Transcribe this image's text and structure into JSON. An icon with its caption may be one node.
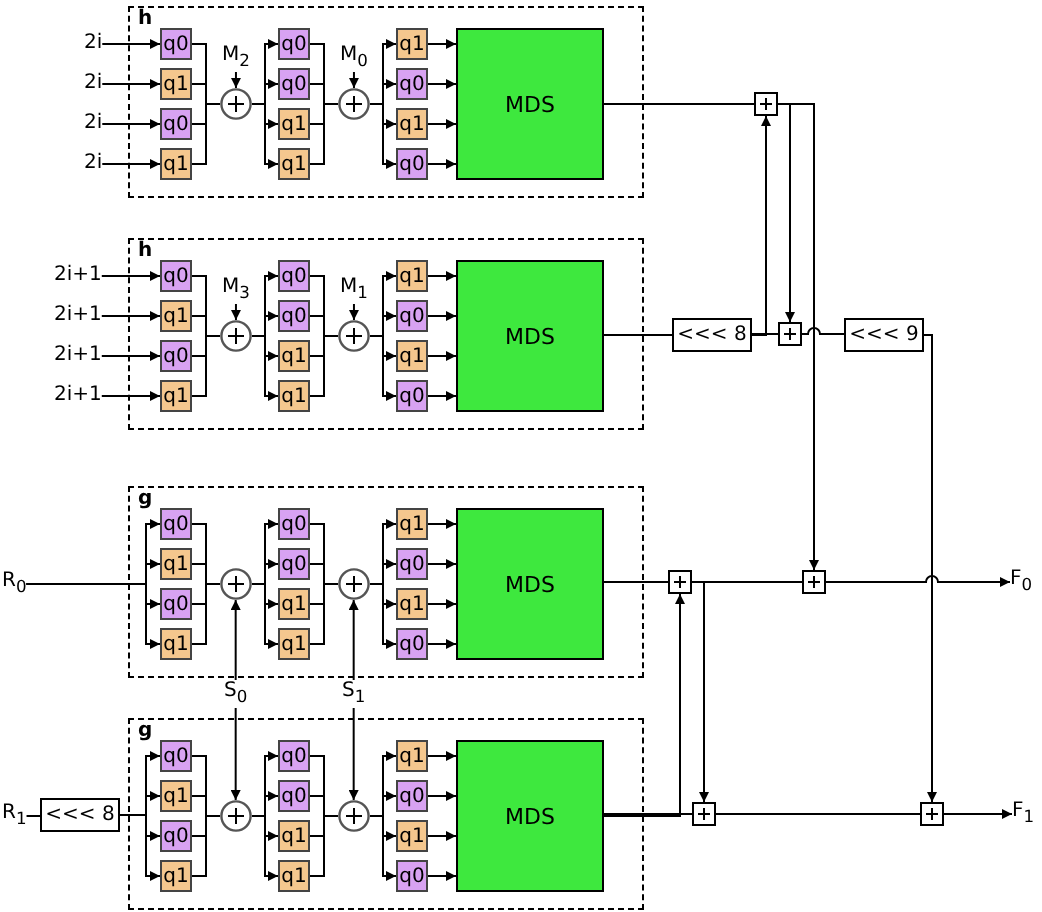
{
  "diagram": {
    "nodes": [
      {
        "text": [
          "h"
        ]
      },
      {
        "text": [
          "q0"
        ],
        "in": 0
      },
      {
        "text": [
          "q1"
        ],
        "in": 0
      },
      {
        "text": [
          "q0"
        ],
        "in": 0
      },
      {
        "text": [
          "q1"
        ],
        "in": 0
      },
      {
        "text": [],
        "shape": "circle",
        "in": 0
      },
      {
        "text": [
          "q0"
        ],
        "in": 0
      },
      {
        "text": [
          "q0"
        ],
        "in": 0
      },
      {
        "text": [
          "q1"
        ],
        "in": 0
      },
      {
        "text": [
          "q1"
        ],
        "in": 0
      },
      {
        "text": [],
        "shape": "circle",
        "in": 0
      },
      {
        "text": [
          "q1"
        ],
        "in": 0
      },
      {
        "text": [
          "q0"
        ],
        "in": 0
      },
      {
        "text": [
          "q1"
        ],
        "in": 0
      },
      {
        "text": [
          "q0"
        ],
        "in": 0
      },
      {
        "text": [
          "MDS"
        ],
        "in": 0
      },
      {
        "text": [
          "h"
        ]
      },
      {
        "text": [
          "q0"
        ],
        "in": 16
      },
      {
        "text": [
          "q1"
        ],
        "in": 16
      },
      {
        "text": [
          "q0"
        ],
        "in": 16
      },
      {
        "text": [
          "q1"
        ],
        "in": 16
      },
      {
        "text": [],
        "shape": "circle",
        "in": 16
      },
      {
        "text": [
          "q0"
        ],
        "in": 16
      },
      {
        "text": [
          "q0"
        ],
        "in": 16
      },
      {
        "text": [
          "q1"
        ],
        "in": 16
      },
      {
        "text": [
          "q1"
        ],
        "in": 16
      },
      {
        "text": [],
        "shape": "circle",
        "in": 16
      },
      {
        "text": [
          "q1"
        ],
        "in": 16
      },
      {
        "text": [
          "q0"
        ],
        "in": 16
      },
      {
        "text": [
          "q1"
        ],
        "in": 16
      },
      {
        "text": [
          "q0"
        ],
        "in": 16
      },
      {
        "text": [
          "MDS"
        ],
        "in": 16
      },
      {
        "text": [
          "g"
        ]
      },
      {
        "text": [
          "q0"
        ],
        "in": 32
      },
      {
        "text": [
          "q1"
        ],
        "in": 32
      },
      {
        "text": [
          "q0"
        ],
        "in": 32
      },
      {
        "text": [
          "q1"
        ],
        "in": 32
      },
      {
        "text": [],
        "shape": "circle",
        "in": 32
      },
      {
        "text": [
          "q0"
        ],
        "in": 32
      },
      {
        "text": [
          "q0"
        ],
        "in": 32
      },
      {
        "text": [
          "q1"
        ],
        "in": 32
      },
      {
        "text": [
          "q1"
        ],
        "in": 32
      },
      {
        "text": [],
        "shape": "circle",
        "in": 32
      },
      {
        "text": [
          "q1"
        ],
        "in": 32
      },
      {
        "text": [
          "q0"
        ],
        "in": 32
      },
      {
        "text": [
          "q1"
        ],
        "in": 32
      },
      {
        "text": [
          "q0"
        ],
        "in": 32
      },
      {
        "text": [
          "MDS"
        ],
        "in": 32
      },
      {
        "text": [
          "g"
        ]
      },
      {
        "text": [
          "q0"
        ],
        "in": 48
      },
      {
        "text": [
          "q1"
        ],
        "in": 48
      },
      {
        "text": [
          "q0"
        ],
        "in": 48
      },
      {
        "text": [
          "q1"
        ],
        "in": 48
      },
      {
        "text": [],
        "shape": "circle",
        "in": 48
      },
      {
        "text": [
          "q0"
        ],
        "in": 48
      },
      {
        "text": [
          "q0"
        ],
        "in": 48
      },
      {
        "text": [
          "q1"
        ],
        "in": 48
      },
      {
        "text": [
          "q1"
        ],
        "in": 48
      },
      {
        "text": [],
        "shape": "circle",
        "in": 48
      },
      {
        "text": [
          "q1"
        ],
        "in": 48
      },
      {
        "text": [
          "q0"
        ],
        "in": 48
      },
      {
        "text": [
          "q1"
        ],
        "in": 48
      },
      {
        "text": [
          "q0"
        ],
        "in": 48
      },
      {
        "text": [
          "MDS"
        ],
        "in": 48
      },
      {
        "text": [
          "2i"
        ]
      },
      {
        "text": [
          "2i"
        ]
      },
      {
        "text": [
          "2i"
        ]
      },
      {
        "text": [
          "2i"
        ]
      },
      {
        "text": [
          "2i+1"
        ]
      },
      {
        "text": [
          "2i+1"
        ]
      },
      {
        "text": [
          "2i+1"
        ]
      },
      {
        "text": [
          "2i+1"
        ]
      },
      {
        "text": [
          "M$_{2}$"
        ],
        "in": 0
      },
      {
        "text": [
          "M$_{0}$"
        ],
        "in": 0
      },
      {
        "text": [
          "M$_{3}$"
        ],
        "in": 16
      },
      {
        "text": [
          "M$_{1}$"
        ],
        "in": 16
      },
      {
        "text": [
          "R$_{0}$"
        ]
      },
      {
        "text": [
          "R$_{1}$"
        ]
      },
      {
        "text": [
          "<<< 8"
        ]
      },
      {
        "text": [
          "S$_{0}$"
        ]
      },
      {
        "text": [
          "S$_{1}$"
        ]
      },
      {
        "text": [],
        "shape": "box"
      },
      {
        "text": [
          "<<< 8"
        ]
      },
      {
        "text": [],
        "shape": "box"
      },
      {
        "text": [
          "<<< 9"
        ]
      },
      {
        "text": [],
        "shape": "box"
      },
      {
        "text": [],
        "shape": "box"
      },
      {
        "text": [],
        "shape": "box"
      },
      {
        "text": [],
        "shape": "box"
      },
      {
        "text": [
          "F$_{0}$"
        ]
      },
      {
        "text": [
          "F$_{1}$"
        ]
      }
    ],
    "edges": [
      {
        "from": 64,
        "to": 1,
        "arrow": "to"
      },
      {
        "from": 65,
        "to": 2,
        "arrow": "to"
      },
      {
        "from": 66,
        "to": 3,
        "arrow": "to"
      },
      {
        "from": 67,
        "to": 4,
        "arrow": "to"
      },
      {
        "from": 1,
        "to": 5,
        "arrow": "none"
      },
      {
        "from": 2,
        "to": 5,
        "arrow": "none"
      },
      {
        "from": 3,
        "to": 5,
        "arrow": "none"
      },
      {
        "from": 4,
        "to": 5,
        "arrow": "none"
      },
      {
        "from": 72,
        "to": 5,
        "arrow": "to"
      },
      {
        "from": 5,
        "to": 6,
        "arrow": "to"
      },
      {
        "from": 5,
        "to": 7,
        "arrow": "to"
      },
      {
        "from": 5,
        "to": 8,
        "arrow": "to"
      },
      {
        "from": 5,
        "to": 9,
        "arrow": "to"
      },
      {
        "from": 6,
        "to": 10,
        "arrow": "none"
      },
      {
        "from": 7,
        "to": 10,
        "arrow": "none"
      },
      {
        "from": 8,
        "to": 10,
        "arrow": "none"
      },
      {
        "from": 9,
        "to": 10,
        "arrow": "none"
      },
      {
        "from": 73,
        "to": 10,
        "arrow": "to"
      },
      {
        "from": 10,
        "to": 11,
        "arrow": "to"
      },
      {
        "from": 10,
        "to": 12,
        "arrow": "to"
      },
      {
        "from": 10,
        "to": 13,
        "arrow": "to"
      },
      {
        "from": 10,
        "to": 14,
        "arrow": "to"
      },
      {
        "from": 11,
        "to": 15,
        "arrow": "to"
      },
      {
        "from": 12,
        "to": 15,
        "arrow": "to"
      },
      {
        "from": 13,
        "to": 15,
        "arrow": "to"
      },
      {
        "from": 14,
        "to": 15,
        "arrow": "to"
      },
      {
        "from": 68,
        "to": 17,
        "arrow": "to"
      },
      {
        "from": 69,
        "to": 18,
        "arrow": "to"
      },
      {
        "from": 70,
        "to": 19,
        "arrow": "to"
      },
      {
        "from": 71,
        "to": 20,
        "arrow": "to"
      },
      {
        "from": 17,
        "to": 21,
        "arrow": "none"
      },
      {
        "from": 18,
        "to": 21,
        "arrow": "none"
      },
      {
        "from": 19,
        "to": 21,
        "arrow": "none"
      },
      {
        "from": 20,
        "to": 21,
        "arrow": "none"
      },
      {
        "from": 74,
        "to": 21,
        "arrow": "to"
      },
      {
        "from": 21,
        "to": 22,
        "arrow": "to"
      },
      {
        "from": 21,
        "to": 23,
        "arrow": "to"
      },
      {
        "from": 21,
        "to": 24,
        "arrow": "to"
      },
      {
        "from": 21,
        "to": 25,
        "arrow": "to"
      },
      {
        "from": 22,
        "to": 26,
        "arrow": "none"
      },
      {
        "from": 23,
        "to": 26,
        "arrow": "none"
      },
      {
        "from": 24,
        "to": 26,
        "arrow": "none"
      },
      {
        "from": 25,
        "to": 26,
        "arrow": "none"
      },
      {
        "from": 75,
        "to": 26,
        "arrow": "to"
      },
      {
        "from": 26,
        "to": 27,
        "arrow": "to"
      },
      {
        "from": 26,
        "to": 28,
        "arrow": "to"
      },
      {
        "from": 26,
        "to": 29,
        "arrow": "to"
      },
      {
        "from": 26,
        "to": 30,
        "arrow": "to"
      },
      {
        "from": 27,
        "to": 31,
        "arrow": "to"
      },
      {
        "from": 28,
        "to": 31,
        "arrow": "to"
      },
      {
        "from": 29,
        "to": 31,
        "arrow": "to"
      },
      {
        "from": 30,
        "to": 31,
        "arrow": "to"
      },
      {
        "from": 76,
        "to": 33,
        "arrow": "to"
      },
      {
        "from": 76,
        "to": 34,
        "arrow": "to"
      },
      {
        "from": 76,
        "to": 35,
        "arrow": "to"
      },
      {
        "from": 76,
        "to": 36,
        "arrow": "to"
      },
      {
        "from": 33,
        "to": 37,
        "arrow": "none"
      },
      {
        "from": 34,
        "to": 37,
        "arrow": "none"
      },
      {
        "from": 35,
        "to": 37,
        "arrow": "none"
      },
      {
        "from": 36,
        "to": 37,
        "arrow": "none"
      },
      {
        "from": 79,
        "to": 37,
        "arrow": "to"
      },
      {
        "from": 37,
        "to": 38,
        "arrow": "to"
      },
      {
        "from": 37,
        "to": 39,
        "arrow": "to"
      },
      {
        "from": 37,
        "to": 40,
        "arrow": "to"
      },
      {
        "from": 37,
        "to": 41,
        "arrow": "to"
      },
      {
        "from": 38,
        "to": 42,
        "arrow": "none"
      },
      {
        "from": 39,
        "to": 42,
        "arrow": "none"
      },
      {
        "from": 40,
        "to": 42,
        "arrow": "none"
      },
      {
        "from": 41,
        "to": 42,
        "arrow": "none"
      },
      {
        "from": 80,
        "to": 42,
        "arrow": "to"
      },
      {
        "from": 42,
        "to": 43,
        "arrow": "to"
      },
      {
        "from": 42,
        "to": 44,
        "arrow": "to"
      },
      {
        "from": 42,
        "to": 45,
        "arrow": "to"
      },
      {
        "from": 42,
        "to": 46,
        "arrow": "to"
      },
      {
        "from": 43,
        "to": 47,
        "arrow": "to"
      },
      {
        "from": 44,
        "to": 47,
        "arrow": "to"
      },
      {
        "from": 45,
        "to": 47,
        "arrow": "to"
      },
      {
        "from": 46,
        "to": 47,
        "arrow": "to"
      },
      {
        "from": 77,
        "to": 78,
        "arrow": "none"
      },
      {
        "from": 78,
        "to": 49,
        "arrow": "to"
      },
      {
        "from": 78,
        "to": 50,
        "arrow": "to"
      },
      {
        "from": 78,
        "to": 51,
        "arrow": "to"
      },
      {
        "from": 78,
        "to": 52,
        "arrow": "to"
      },
      {
        "from": 49,
        "to": 53,
        "arrow": "none"
      },
      {
        "from": 50,
        "to": 53,
        "arrow": "none"
      },
      {
        "from": 51,
        "to": 53,
        "arrow": "none"
      },
      {
        "from": 52,
        "to": 53,
        "arrow": "none"
      },
      {
        "from": 79,
        "to": 53,
        "arrow": "to"
      },
      {
        "from": 53,
        "to": 54,
        "arrow": "to"
      },
      {
        "from": 53,
        "to": 55,
        "arrow": "to"
      },
      {
        "from": 53,
        "to": 56,
        "arrow": "to"
      },
      {
        "from": 53,
        "to": 57,
        "arrow": "to"
      },
      {
        "from": 54,
        "to": 58,
        "arrow": "none"
      },
      {
        "from": 55,
        "to": 58,
        "arrow": "none"
      },
      {
        "from": 56,
        "to": 58,
        "arrow": "none"
      },
      {
        "from": 57,
        "to": 58,
        "arrow": "none"
      },
      {
        "from": 80,
        "to": 58,
        "arrow": "to"
      },
      {
        "from": 58,
        "to": 59,
        "arrow": "to"
      },
      {
        "from": 58,
        "to": 60,
        "arrow": "to"
      },
      {
        "from": 58,
        "to": 61,
        "arrow": "to"
      },
      {
        "from": 58,
        "to": 62,
        "arrow": "to"
      },
      {
        "from": 59,
        "to": 63,
        "arrow": "to"
      },
      {
        "from": 60,
        "to": 63,
        "arrow": "to"
      },
      {
        "from": 61,
        "to": 63,
        "arrow": "to"
      },
      {
        "from": 62,
        "to": 63,
        "arrow": "to"
      },
      {
        "from": 15,
        "to": 81,
        "arrow": "none"
      },
      {
        "from": 31,
        "to": 82,
        "arrow": "none"
      },
      {
        "from": 82,
        "to": 81,
        "arrow": "to"
      },
      {
        "from": 82,
        "to": 83,
        "arrow": "none"
      },
      {
        "from": 81,
        "to": 83,
        "arrow": "to"
      },
      {
        "from": 81,
        "to": 86,
        "arrow": "to"
      },
      {
        "from": 83,
        "to": 84,
        "arrow": "none"
      },
      {
        "from": 84,
        "to": 88,
        "arrow": "to"
      },
      {
        "from": 47,
        "to": 85,
        "arrow": "none"
      },
      {
        "from": 63,
        "to": 85,
        "arrow": "to"
      },
      {
        "from": 63,
        "to": 87,
        "arrow": "none"
      },
      {
        "from": 85,
        "to": 86,
        "arrow": "none"
      },
      {
        "from": 85,
        "to": 87,
        "arrow": "to"
      },
      {
        "from": 86,
        "to": 89,
        "arrow": "to"
      },
      {
        "from": 87,
        "to": 88,
        "arrow": "none"
      },
      {
        "from": 88,
        "to": 90,
        "arrow": "to"
      }
    ]
  }
}
